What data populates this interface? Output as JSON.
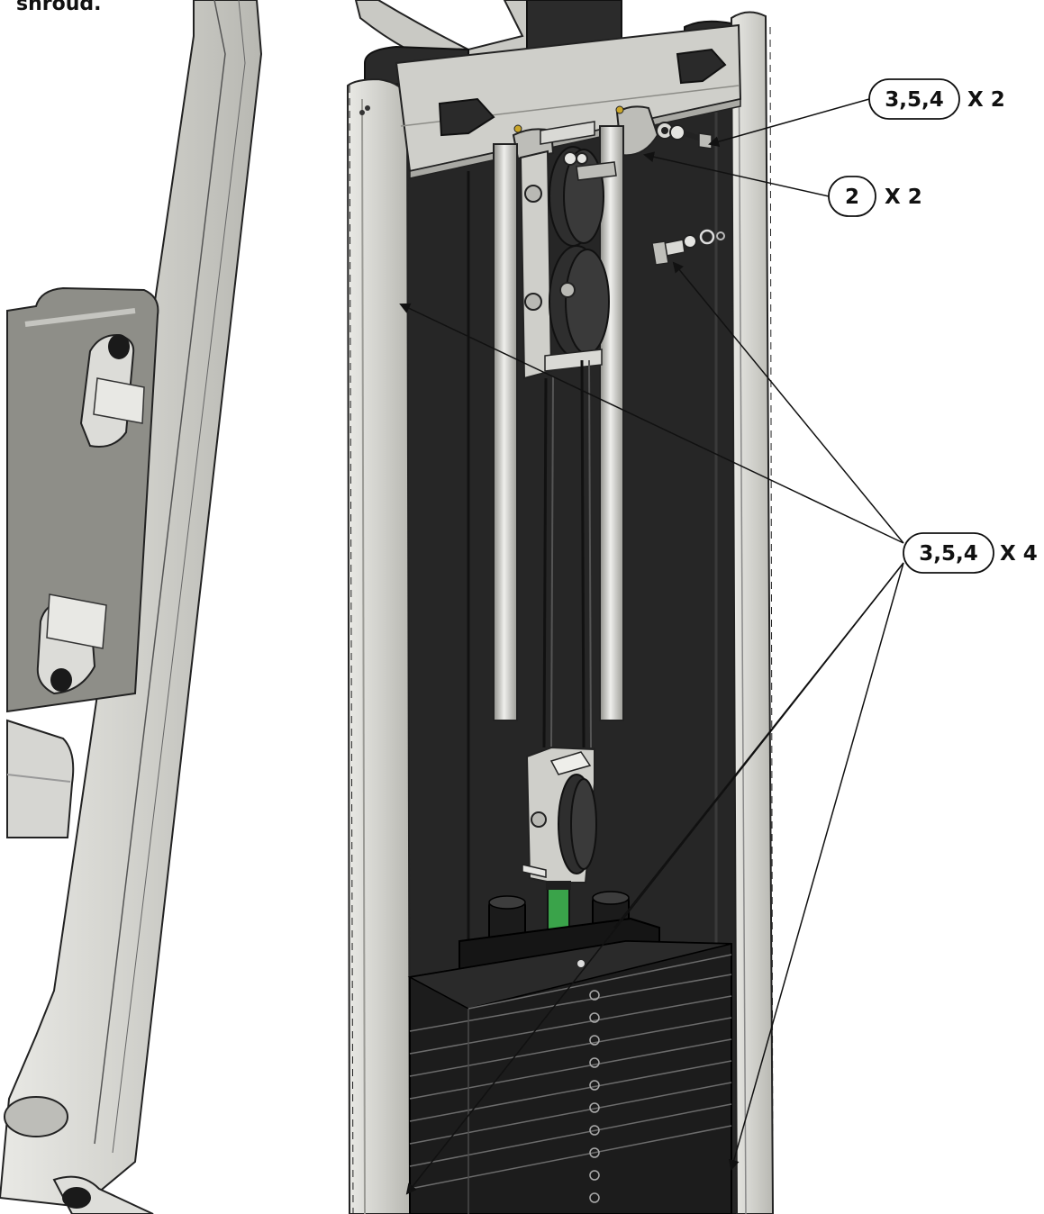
{
  "header": {
    "fragment": "shroud."
  },
  "callouts": [
    {
      "id": "c1",
      "parts": "3,5,4",
      "qty": "X 2"
    },
    {
      "id": "c2",
      "parts": "2",
      "qty": "X 2"
    },
    {
      "id": "c3",
      "parts": "3,5,4",
      "qty": "X 4"
    }
  ],
  "colors": {
    "frame": "#cfcfca",
    "frame_shade": "#b3b3ad",
    "interior": "#262626",
    "weight": "#1c1c1c",
    "accent_green": "#3aa34a",
    "line": "#111111"
  }
}
